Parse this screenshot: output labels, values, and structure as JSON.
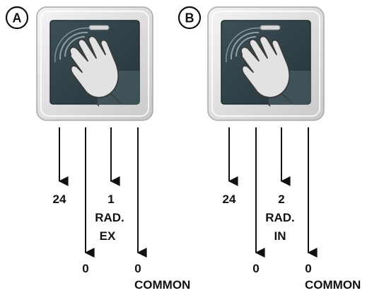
{
  "panels": [
    {
      "id": "A",
      "badge": "A",
      "wires": [
        {
          "label_lines": [
            "24"
          ]
        },
        {
          "label_lines": [
            "0"
          ]
        },
        {
          "label_lines": [
            "1",
            "RAD.",
            "EX"
          ]
        },
        {
          "label_lines": [
            "0",
            "COMMON"
          ]
        }
      ]
    },
    {
      "id": "B",
      "badge": "B",
      "wires": [
        {
          "label_lines": [
            "24"
          ]
        },
        {
          "label_lines": [
            "0"
          ]
        },
        {
          "label_lines": [
            "2",
            "RAD.",
            "IN"
          ]
        },
        {
          "label_lines": [
            "0",
            "COMMON"
          ]
        }
      ]
    }
  ],
  "colors": {
    "frame": "#e6e6e6",
    "frame_shadow": "#bdbdbd",
    "screen": "#2f4147",
    "screen_light": "#4a5e64",
    "hand": "#dcdcdc",
    "wire": "#111111"
  },
  "icons": {
    "button": "touch-button-hand-icon"
  }
}
